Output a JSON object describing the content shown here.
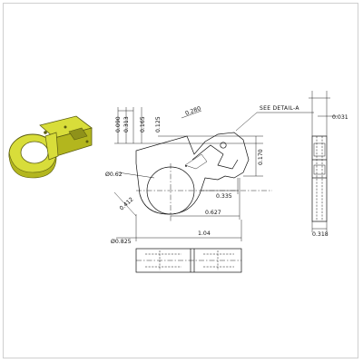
{
  "drawing": {
    "callout": "SEE DETAIL-A",
    "part_colors": {
      "body": "#d8dd3a",
      "edge": "#5a5c10",
      "shade": "#b3b61e"
    },
    "dimensions": {
      "d_0090": "0.090",
      "d_0313": "0.313",
      "d_0165": "0.165",
      "d_0125": "0.125",
      "d_0280": "0.280",
      "d_0170": "0.170",
      "d_0335": "0.335",
      "d_0627": "0.627",
      "d_104": "1.04",
      "d_062": "Ø0.62",
      "d_0412": "0.412",
      "d_0825": "Ø0.825",
      "d_0031": "0.031",
      "d_0318": "0.318"
    }
  }
}
